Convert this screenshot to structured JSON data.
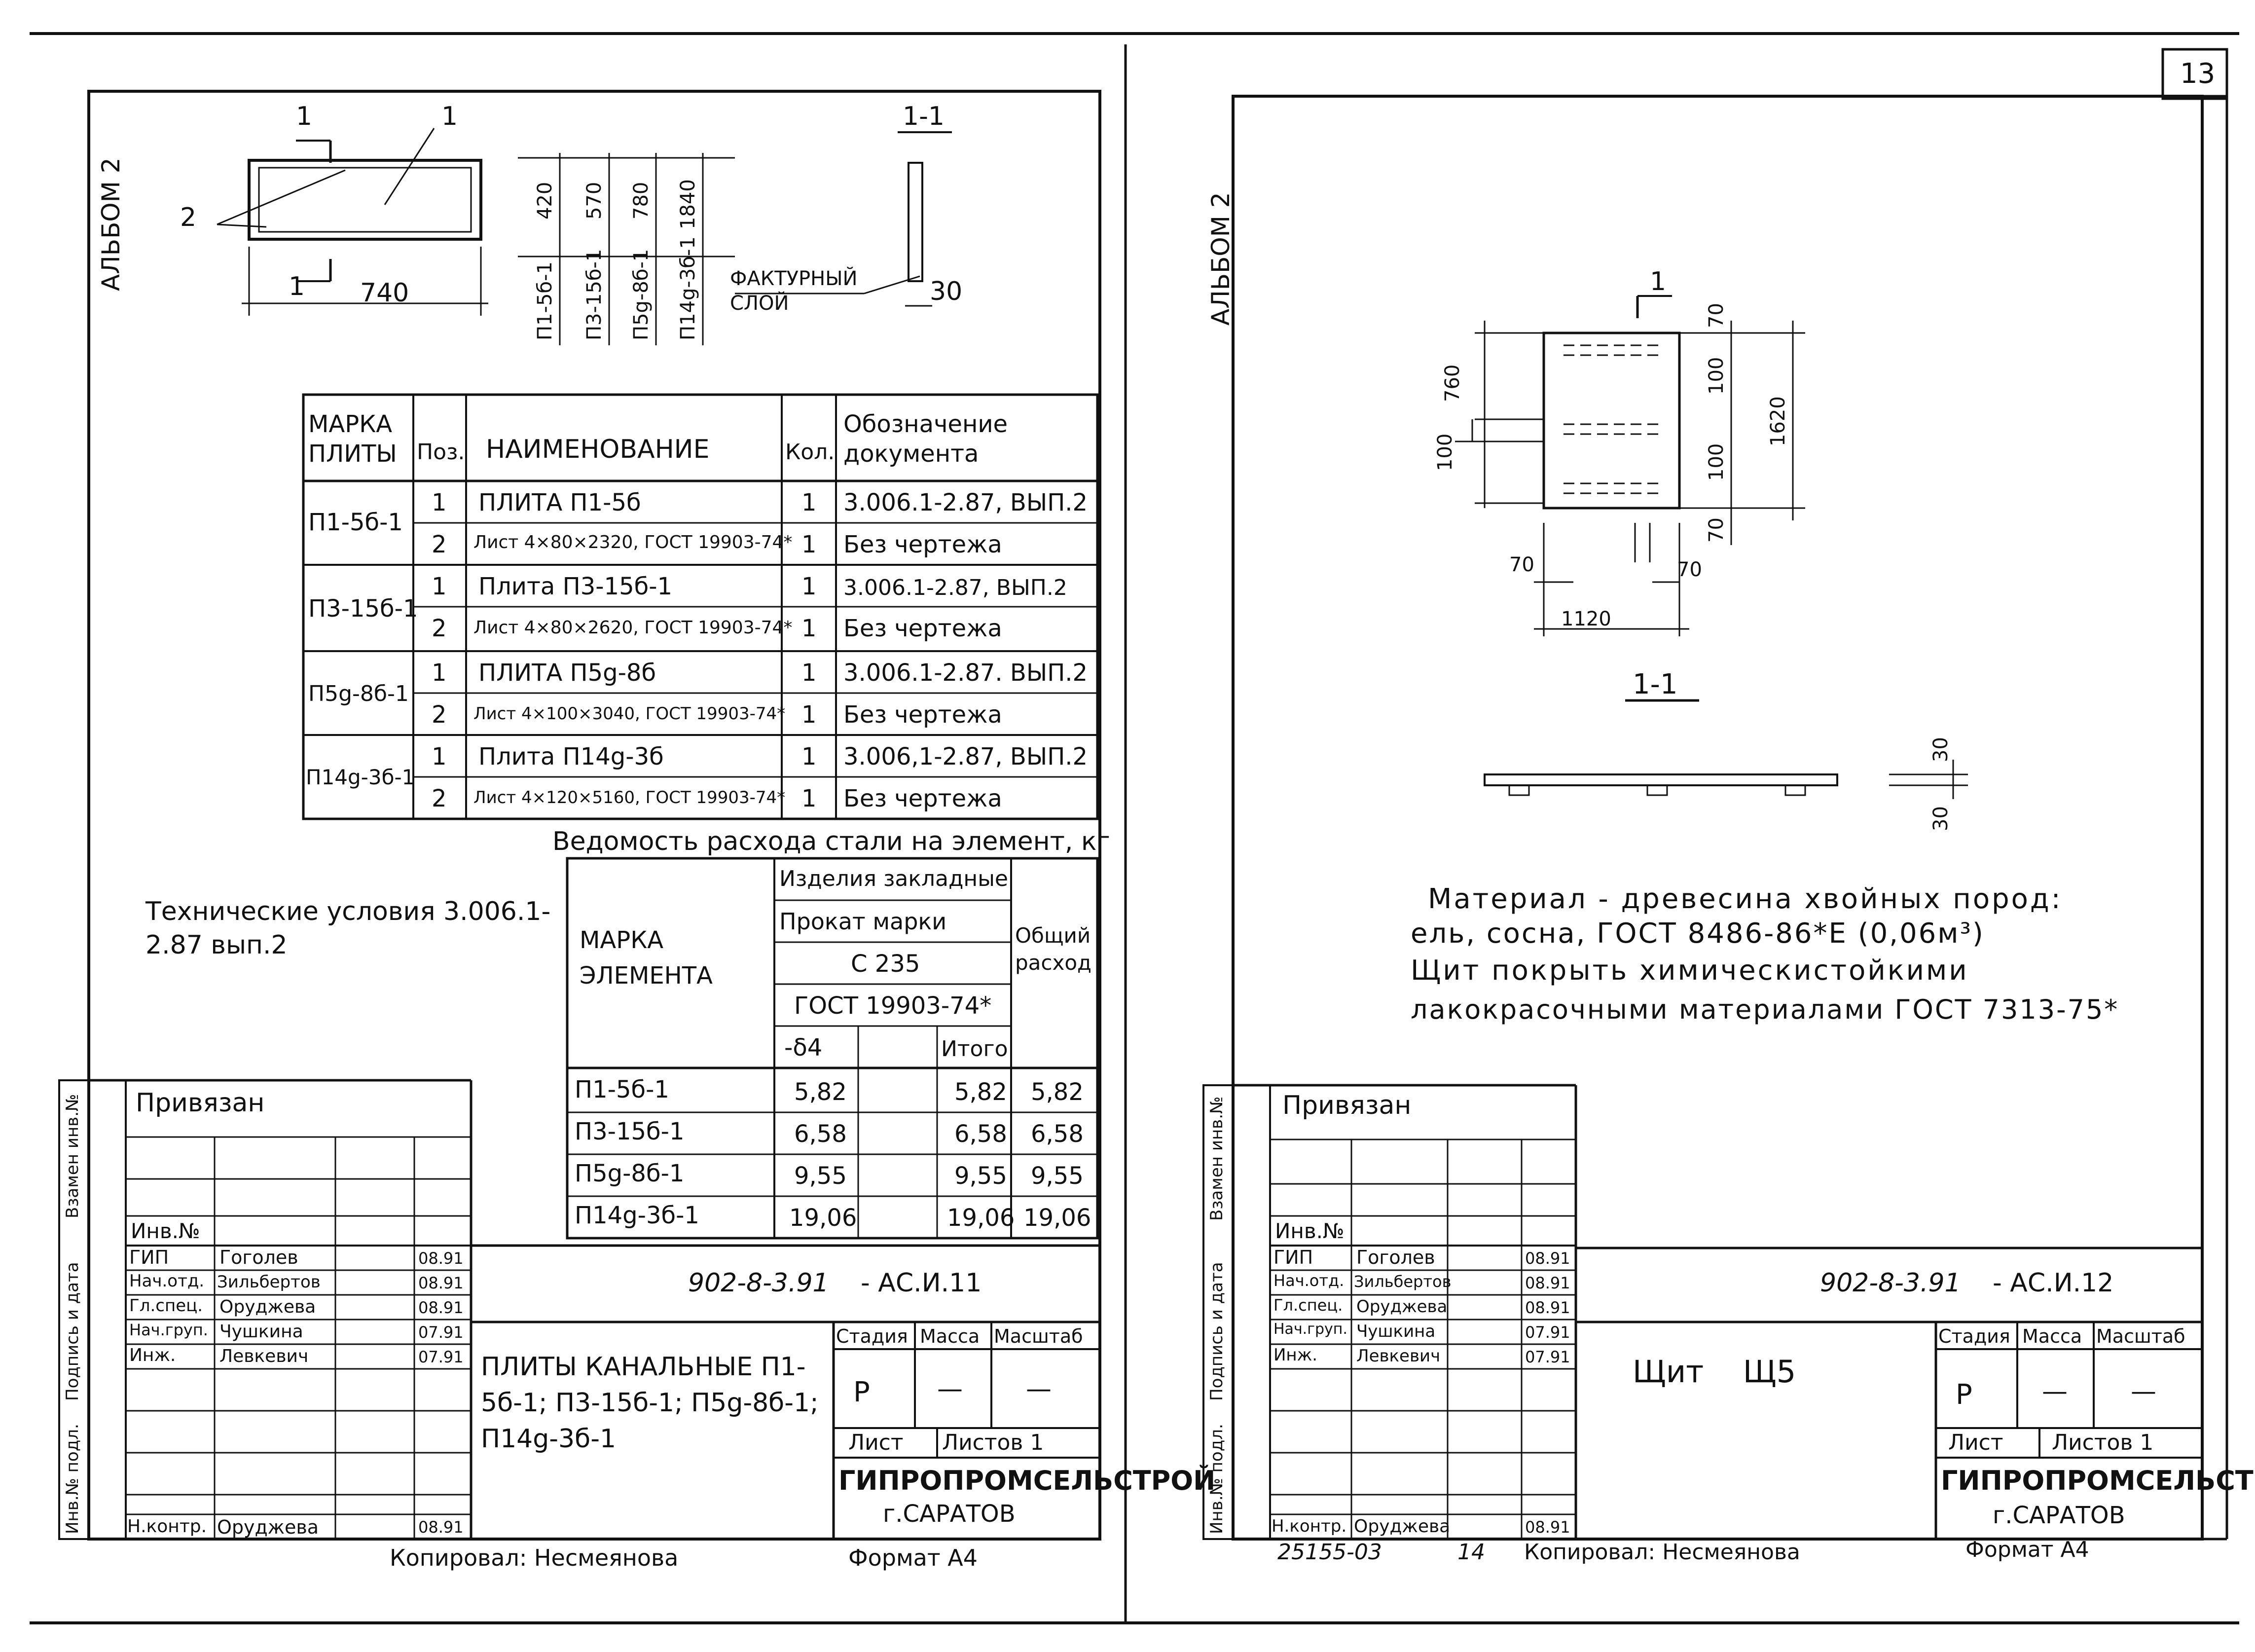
{
  "page_number": "13",
  "left": {
    "album": "АЛЬБОМ 2",
    "drawing": {
      "callout_1": "1",
      "callout_2": "2",
      "section_mark": "1",
      "width_dim": "740",
      "heights": [
        "420",
        "570",
        "780",
        "1840"
      ],
      "marks": [
        "П1-5б-1",
        "П3-15б-1",
        "П5g-8б-1",
        "П14g-3б-1"
      ],
      "section_title": "1-1",
      "facing_label": "ФАКТУРНЫЙ СЛОЙ",
      "thickness_dim": "30"
    },
    "spec_table": {
      "headers": [
        "МАРКА ПЛИТЫ",
        "Поз.",
        "НАИМЕНОВАНИЕ",
        "Кол.",
        "Обозначение документа"
      ],
      "groups": [
        {
          "mark": "П1-5б-1",
          "rows": [
            {
              "pos": "1",
              "name": "ПЛИТА П1-5б",
              "qty": "1",
              "doc": "3.006.1-2.87, ВЫП.2"
            },
            {
              "pos": "2",
              "name": "Лист 4×80×2320, ГОСТ 19903-74*",
              "qty": "1",
              "doc": "Без чертежа"
            }
          ]
        },
        {
          "mark": "П3-15б-1",
          "rows": [
            {
              "pos": "1",
              "name": "Плита П3-15б-1",
              "qty": "1",
              "doc": "3.006.1-2.87, ВЫП.2"
            },
            {
              "pos": "2",
              "name": "Лист 4×80×2620, ГОСТ 19903-74*",
              "qty": "1",
              "doc": "Без чертежа"
            }
          ]
        },
        {
          "mark": "П5g-8б-1",
          "rows": [
            {
              "pos": "1",
              "name": "ПЛИТА П5g-8б",
              "qty": "1",
              "doc": "3.006.1-2.87. ВЫП.2"
            },
            {
              "pos": "2",
              "name": "Лист 4×100×3040, ГОСТ 19903-74*",
              "qty": "1",
              "doc": "Без чертежа"
            }
          ]
        },
        {
          "mark": "П14g-3б-1",
          "rows": [
            {
              "pos": "1",
              "name": "Плита П14g-3б",
              "qty": "1",
              "doc": "3.006,1-2.87, ВЫП.2"
            },
            {
              "pos": "2",
              "name": "Лист 4×120×5160, ГОСТ 19903-74*",
              "qty": "1",
              "doc": "Без чертежа"
            }
          ]
        }
      ]
    },
    "steel_title": "Ведомость расхода стали на элемент, кг",
    "tech_conditions": "Технические условия 3.006.1-2.87 вып.2",
    "steel_table": {
      "h_mark": "МАРКА ЭЛЕМЕНТА",
      "h_group": "Изделия закладные",
      "h_rolled": "Прокат марки",
      "h_steel": "С 235",
      "h_gost": "ГОСТ 19903-74*",
      "h_thick": "-δ4",
      "h_total": "Итого",
      "h_overall": "Общий расход",
      "rows": [
        {
          "mark": "П1-5б-1",
          "v": "5,82",
          "total": "5,82",
          "overall": "5,82"
        },
        {
          "mark": "П3-15б-1",
          "v": "6,58",
          "total": "6,58",
          "overall": "6,58"
        },
        {
          "mark": "П5g-8б-1",
          "v": "9,55",
          "total": "9,55",
          "overall": "9,55"
        },
        {
          "mark": "П14g-3б-1",
          "v": "19,06",
          "total": "19,06",
          "overall": "19,06"
        }
      ]
    },
    "title_block": {
      "side_labels": [
        "Взамен инв.№",
        "Подпись и дата",
        "Инв.№ подл."
      ],
      "privyazan": "Привязан",
      "inv_no": "Инв.№",
      "staff": [
        {
          "role": "ГИП",
          "name": "Гоголев",
          "date": "08.91"
        },
        {
          "role": "Нач.отд.",
          "name": "Зильбертов",
          "date": "08.91"
        },
        {
          "role": "Гл.спец.",
          "name": "Оруджева",
          "date": "08.91"
        },
        {
          "role": "Нач.груп.",
          "name": "Чушкина",
          "date": "07.91"
        },
        {
          "role": "Инж.",
          "name": "Левкевич",
          "date": "07.91"
        }
      ],
      "n_kontr": {
        "role": "Н.контр.",
        "name": "Оруджева",
        "date": "08.91"
      },
      "code": "902-8-3.91",
      "sheet_code": "- АС.И.11",
      "title": "ПЛИТЫ КАНАЛЬНЫЕ П1-5б-1; П3-15б-1; П5g-8б-1; П14g-3б-1",
      "stage_h": "Стадия",
      "mass_h": "Масса",
      "scale_h": "Масштаб",
      "stage": "Р",
      "mass": "—",
      "scale": "—",
      "sheet_h": "Лист",
      "sheets_h": "Листов 1",
      "org": "ГИПРОПРОМСЕЛЬСТРОЙ",
      "city": "г.САРАТОВ",
      "copied": "Копировал: Несмеянова",
      "format": "Формат А4"
    }
  },
  "right": {
    "album": "АЛЬБОМ 2",
    "drawing": {
      "section_mark": "1",
      "dims": [
        "760",
        "100",
        "70",
        "100",
        "1620",
        "100",
        "70",
        "70",
        "70",
        "1120"
      ],
      "section_title": "1-1",
      "thickness_dim": "30",
      "thickness_dim2": "30"
    },
    "material_lines": [
      "Материал - древесина хвойных пород:",
      "ель, сосна, ГОСТ 8486-86*Е (0,06м³)",
      "Щит покрыть химическистойкими",
      "лакокрасочными материалами ГОСТ 7313-75*"
    ],
    "title_block": {
      "side_labels": [
        "Взамен инв.№",
        "Подпись и дата",
        "Инв.№ подл."
      ],
      "privyazan": "Привязан",
      "inv_no": "Инв.№",
      "staff": [
        {
          "role": "ГИП",
          "name": "Гоголев",
          "date": "08.91"
        },
        {
          "role": "Нач.отд.",
          "name": "Зильбертов",
          "date": "08.91"
        },
        {
          "role": "Гл.спец.",
          "name": "Оруджева",
          "date": "08.91"
        },
        {
          "role": "Нач.груп.",
          "name": "Чушкина",
          "date": "07.91"
        },
        {
          "role": "Инж.",
          "name": "Левкевич",
          "date": "07.91"
        }
      ],
      "n_kontr": {
        "role": "Н.контр.",
        "name": "Оруджева",
        "date": "08.91"
      },
      "code": "902-8-3.91",
      "sheet_code": "- АС.И.12",
      "title": "Щит Щ5",
      "stage_h": "Стадия",
      "mass_h": "Масса",
      "scale_h": "Масштаб",
      "stage": "Р",
      "mass": "—",
      "scale": "—",
      "sheet_h": "Лист",
      "sheets_h": "Листов 1",
      "org": "ГИПРОПРОМСЕЛЬСТРОЙ",
      "city": "г.САРАТОВ",
      "copied": "Копировал: Несмеянова",
      "format": "Формат А4",
      "archive_no": "25155-03",
      "archive_page": "14"
    }
  }
}
